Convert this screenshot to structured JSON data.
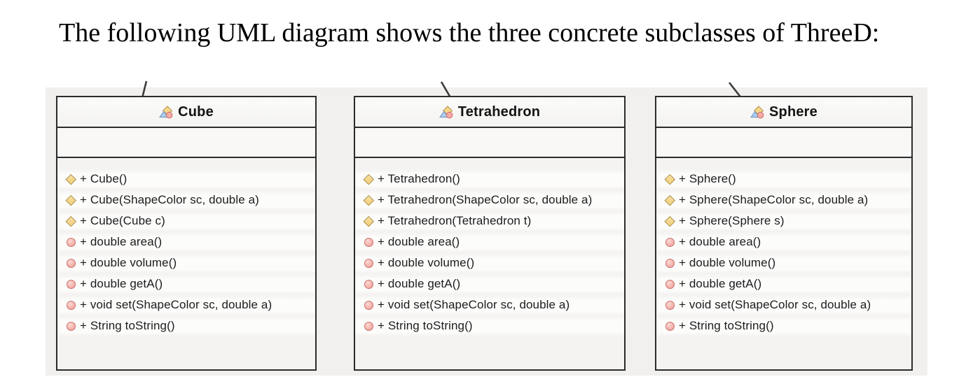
{
  "page": {
    "title": "The following UML diagram shows the three concrete subclasses of ThreeD:"
  },
  "diagram": {
    "parent_class_reference": "ThreeD",
    "colors": {
      "canvas_background": "#f1f0ee",
      "box_border": "#2b2b2b",
      "constructor_icon_fill": "#f3d487",
      "constructor_icon_border": "#ab8a3e",
      "method_icon_fill": "#f4aba5",
      "method_icon_border": "#c8736b"
    },
    "classes": [
      {
        "name": "Cube",
        "icon": "uml-class-icon",
        "fields": [],
        "methods": [
          {
            "kind": "constructor",
            "label": "+ Cube()"
          },
          {
            "kind": "constructor",
            "label": "+ Cube(ShapeColor sc, double a)"
          },
          {
            "kind": "constructor",
            "label": "+ Cube(Cube c)"
          },
          {
            "kind": "method",
            "label": "+ double area()"
          },
          {
            "kind": "method",
            "label": "+ double volume()"
          },
          {
            "kind": "method",
            "label": "+ double getA()"
          },
          {
            "kind": "method",
            "label": "+ void set(ShapeColor sc, double a)"
          },
          {
            "kind": "method",
            "label": "+ String toString()"
          }
        ]
      },
      {
        "name": "Tetrahedron",
        "icon": "uml-class-icon",
        "fields": [],
        "methods": [
          {
            "kind": "constructor",
            "label": "+ Tetrahedron()"
          },
          {
            "kind": "constructor",
            "label": "+ Tetrahedron(ShapeColor sc, double a)"
          },
          {
            "kind": "constructor",
            "label": "+ Tetrahedron(Tetrahedron t)"
          },
          {
            "kind": "method",
            "label": "+ double area()"
          },
          {
            "kind": "method",
            "label": "+ double volume()"
          },
          {
            "kind": "method",
            "label": "+ double getA()"
          },
          {
            "kind": "method",
            "label": "+ void set(ShapeColor sc, double a)"
          },
          {
            "kind": "method",
            "label": "+ String toString()"
          }
        ]
      },
      {
        "name": "Sphere",
        "icon": "uml-class-icon",
        "fields": [],
        "methods": [
          {
            "kind": "constructor",
            "label": "+ Sphere()"
          },
          {
            "kind": "constructor",
            "label": "+ Sphere(ShapeColor sc, double a)"
          },
          {
            "kind": "constructor",
            "label": "+ Sphere(Sphere s)"
          },
          {
            "kind": "method",
            "label": "+ double area()"
          },
          {
            "kind": "method",
            "label": "+ double volume()"
          },
          {
            "kind": "method",
            "label": "+ double getA()"
          },
          {
            "kind": "method",
            "label": "+ void set(ShapeColor sc, double a)"
          },
          {
            "kind": "method",
            "label": "+ String toString()"
          }
        ]
      }
    ]
  }
}
